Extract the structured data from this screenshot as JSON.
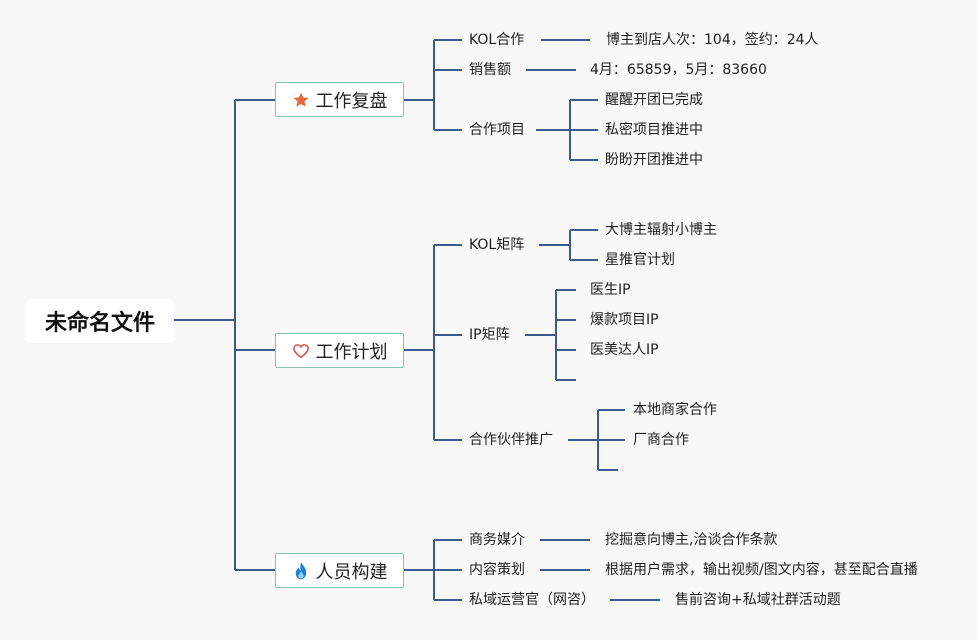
{
  "root": {
    "label": "未命名文件"
  },
  "colors": {
    "line": "#3d5a8a",
    "topic_border": "#8fc0ac",
    "star": "#e8663d",
    "heart": "#d9534f",
    "fire": "#1e7fd8"
  },
  "topics": [
    {
      "label": "工作复盘",
      "icon": "star-icon",
      "items": [
        {
          "label": "KOL合作",
          "children": [
            "博主到店人次：104，签约：24人"
          ]
        },
        {
          "label": "销售额",
          "children": [
            "4月：65859，5月：83660"
          ]
        },
        {
          "label": "合作项目",
          "children": [
            "醒醒开团已完成",
            "私密项目推进中",
            "盼盼开团推进中"
          ]
        }
      ]
    },
    {
      "label": "工作计划",
      "icon": "heart-icon",
      "items": [
        {
          "label": "KOL矩阵",
          "children": [
            "大博主辐射小博主",
            "星推官计划"
          ]
        },
        {
          "label": "IP矩阵",
          "children": [
            "医生IP",
            "爆款项目IP",
            "医美达人IP",
            ""
          ]
        },
        {
          "label": "合作伙伴推广",
          "children": [
            "本地商家合作",
            "厂商合作",
            ""
          ]
        }
      ]
    },
    {
      "label": "人员构建",
      "icon": "fire-icon",
      "items": [
        {
          "label": "商务媒介",
          "children": [
            "挖掘意向博主,洽谈合作条款"
          ]
        },
        {
          "label": "内容策划",
          "children": [
            "根据用户需求，输出视频/图文内容，甚至配合直播"
          ]
        },
        {
          "label": "私域运营官（网咨）",
          "children": [
            "售前咨询+私域社群活动题"
          ]
        }
      ]
    }
  ]
}
